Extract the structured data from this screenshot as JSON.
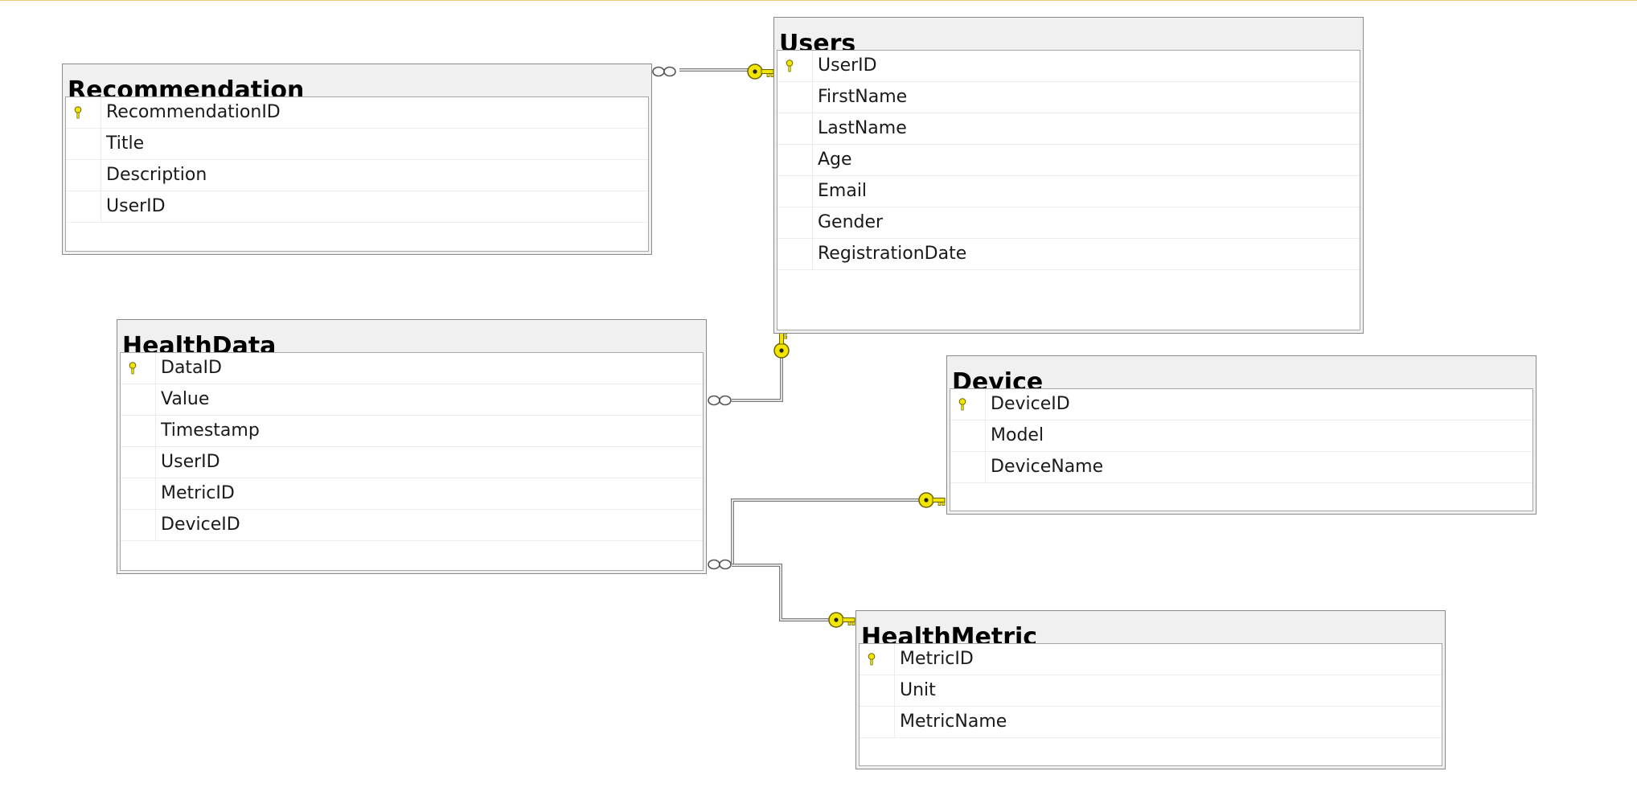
{
  "tables": {
    "recommendation": {
      "name": "Recommendation",
      "columns": [
        "RecommendationID",
        "Title",
        "Description",
        "UserID"
      ],
      "primary_key": "RecommendationID"
    },
    "users": {
      "name": "Users",
      "columns": [
        "UserID",
        "FirstName",
        "LastName",
        "Age",
        "Email",
        "Gender",
        "RegistrationDate"
      ],
      "primary_key": "UserID"
    },
    "healthdata": {
      "name": "HealthData",
      "columns": [
        "DataID",
        "Value",
        "Timestamp",
        "UserID",
        "MetricID",
        "DeviceID"
      ],
      "primary_key": "DataID"
    },
    "device": {
      "name": "Device",
      "columns": [
        "DeviceID",
        "Model",
        "DeviceName"
      ],
      "primary_key": "DeviceID"
    },
    "healthmetric": {
      "name": "HealthMetric",
      "columns": [
        "MetricID",
        "Unit",
        "MetricName"
      ],
      "primary_key": "MetricID"
    }
  },
  "relationships": [
    {
      "from": "Recommendation",
      "to": "Users",
      "from_end": "many",
      "to_end": "one"
    },
    {
      "from": "HealthData",
      "to": "Users",
      "from_end": "many",
      "to_end": "one"
    },
    {
      "from": "HealthData",
      "to": "Device",
      "from_end": "many",
      "to_end": "one"
    },
    {
      "from": "HealthData",
      "to": "HealthMetric",
      "from_end": "many",
      "to_end": "one"
    }
  ],
  "colors": {
    "key_icon": "#f2e600",
    "key_outline": "#6b6000",
    "connector": "#7a7a7a",
    "title_bar": "#f0f0f0",
    "accent_top_line": "#f5c97a"
  }
}
